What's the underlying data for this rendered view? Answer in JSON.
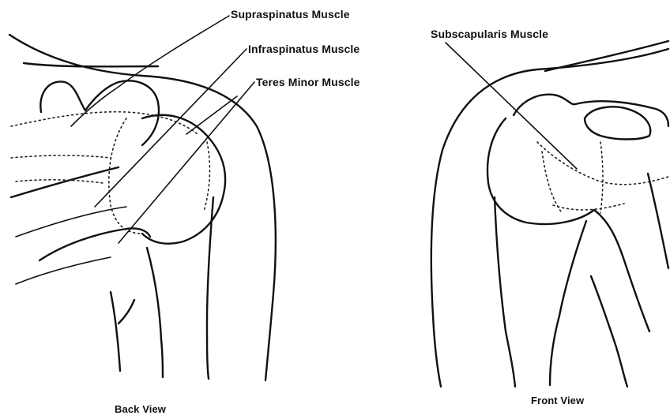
{
  "labels": {
    "supraspinatus": "Supraspinatus Muscle",
    "infraspinatus": "Infraspinatus Muscle",
    "teres_minor": "Teres Minor Muscle",
    "subscapularis": "Subscapularis Muscle",
    "back_view": "Back View",
    "front_view": "Front View"
  },
  "colors": {
    "ink": "#111111",
    "background": "#ffffff"
  }
}
